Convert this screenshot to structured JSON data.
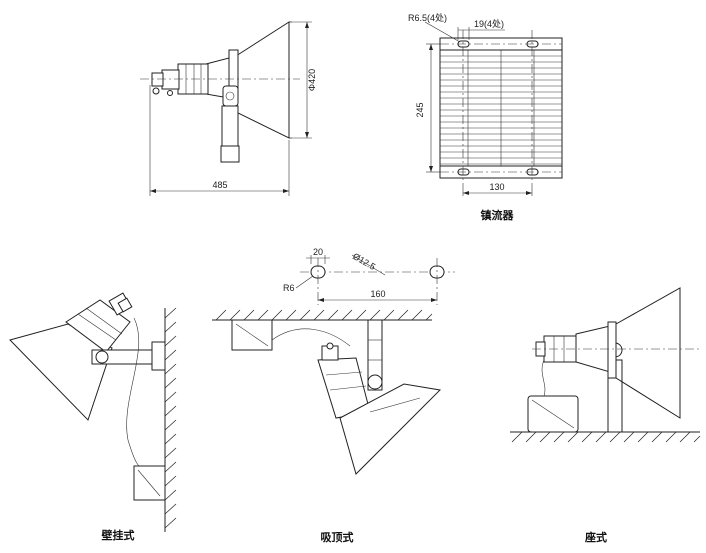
{
  "title": "投光灯安装尺寸图",
  "dimensions": {
    "overall_length": "485",
    "reflector_diameter": "Φ420",
    "ballast_height": "245",
    "ballast_hole_spacing": "130",
    "ballast_hole_radius": "R6.5(4处)",
    "ballast_hole_length": "19(4处)",
    "slot_width": "20",
    "slot_radius": "R6",
    "slot_hole": "Ø12.5",
    "slot_spacing": "160"
  },
  "labels": {
    "ballast": "镇流器",
    "wall_mount": "壁挂式",
    "ceiling_mount": "吸顶式",
    "floor_mount": "座式"
  }
}
